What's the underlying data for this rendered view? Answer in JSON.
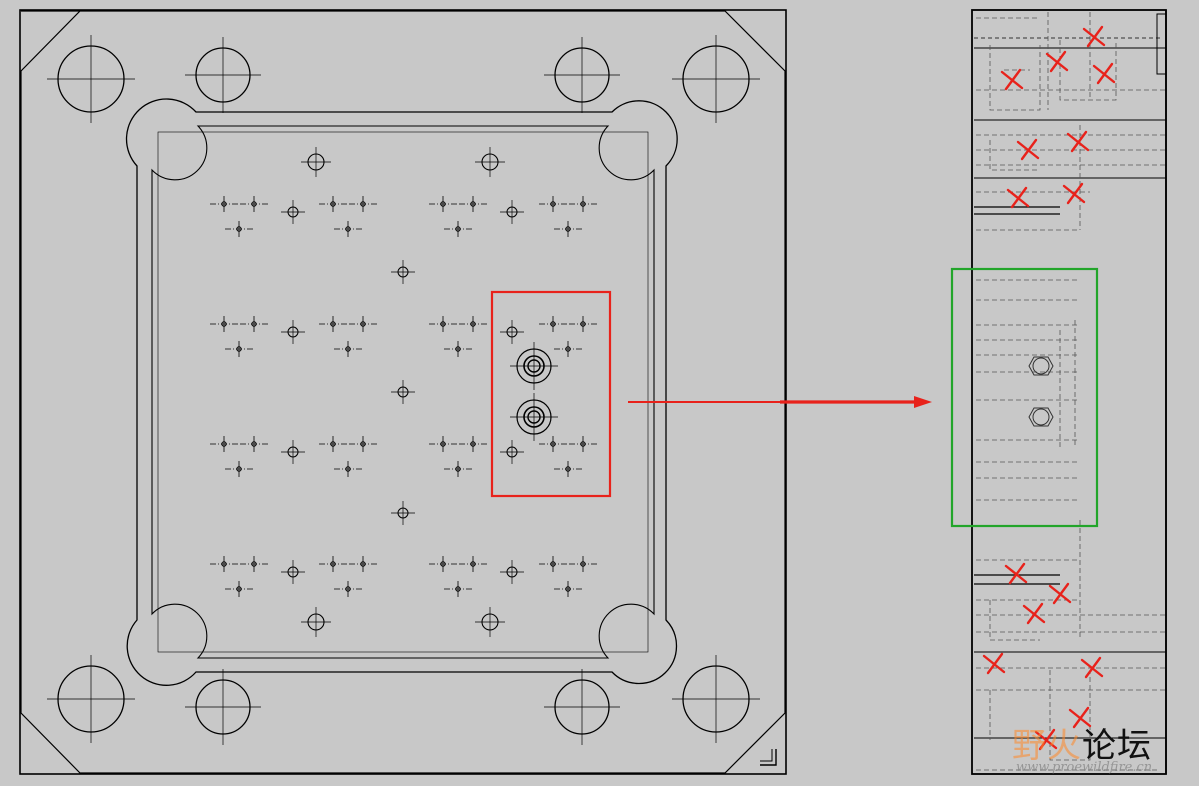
{
  "watermark": {
    "orange_text": "野火",
    "dark_text": "论坛",
    "url": "www.proewildfire.cn"
  },
  "colors": {
    "background": "#c8c8c8",
    "line": "#000000",
    "hidden_line": "#555555",
    "highlight_red": "#e8221b",
    "highlight_green": "#22a52a"
  }
}
